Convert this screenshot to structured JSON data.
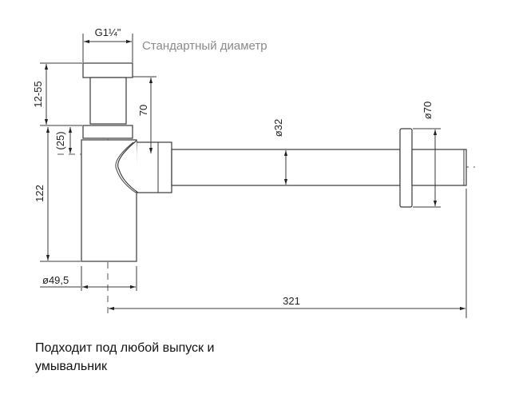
{
  "drawing": {
    "title_dim": "G1¼\"",
    "note": "Стандартный диаметр",
    "dims": {
      "adjust": "12-55",
      "offset": "(25)",
      "height": "122",
      "outlet_height": "70",
      "pipe_diameter": "ø32",
      "flange_diameter": "ø70",
      "body_diameter": "ø49,5",
      "length": "321"
    }
  },
  "caption": "Подходит под любой выпуск и умывальник"
}
